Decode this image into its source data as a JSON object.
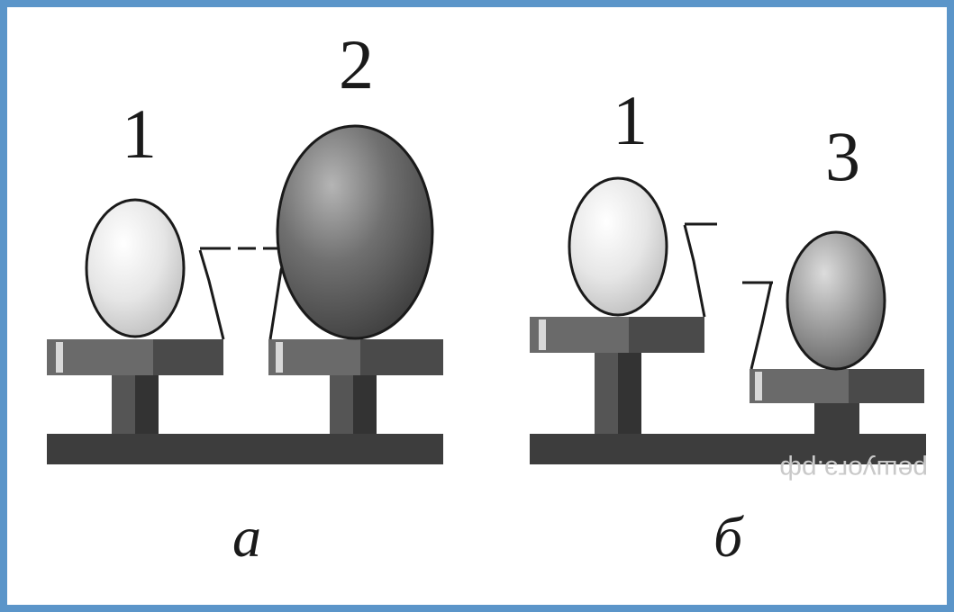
{
  "figure": {
    "labels": {
      "ball_1_a": "1",
      "ball_2": "2",
      "ball_1_b": "1",
      "ball_3": "3"
    },
    "captions": {
      "left": "а",
      "right": "б"
    },
    "watermark": "решуогэ.рф",
    "colors": {
      "frame": "#5b95c9",
      "light_ball": "#e4e4e4",
      "dark_ball": "#6a6a6a",
      "mid_ball": "#9a9a9a",
      "stand": "#3d3d3d"
    }
  }
}
